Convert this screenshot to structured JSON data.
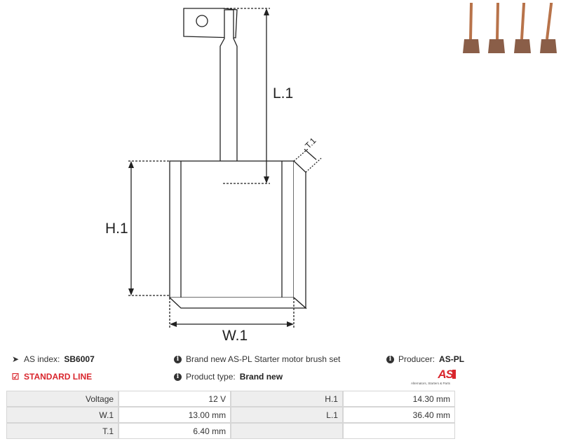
{
  "drawing": {
    "dim_l1": "L.1",
    "dim_h1": "H.1",
    "dim_w1": "W.1",
    "dim_t1": "T.1"
  },
  "info": {
    "as_index_label": "AS index:",
    "as_index_value": "SB6007",
    "standard_line": "STANDARD LINE",
    "description": "Brand new AS-PL Starter motor brush set",
    "product_type_label": "Product type:",
    "product_type_value": "Brand new",
    "producer_label": "Producer:",
    "producer_value": "AS-PL"
  },
  "logo": {
    "text": "AS",
    "tagline": "Alternators, Starters & Parts"
  },
  "specs": [
    {
      "label1": "Voltage",
      "value1": "12 V",
      "label2": "H.1",
      "value2": "14.30 mm"
    },
    {
      "label1": "W.1",
      "value1": "13.00 mm",
      "label2": "L.1",
      "value2": "36.40 mm"
    },
    {
      "label1": "T.1",
      "value1": "6.40 mm",
      "label2": "",
      "value2": ""
    }
  ]
}
